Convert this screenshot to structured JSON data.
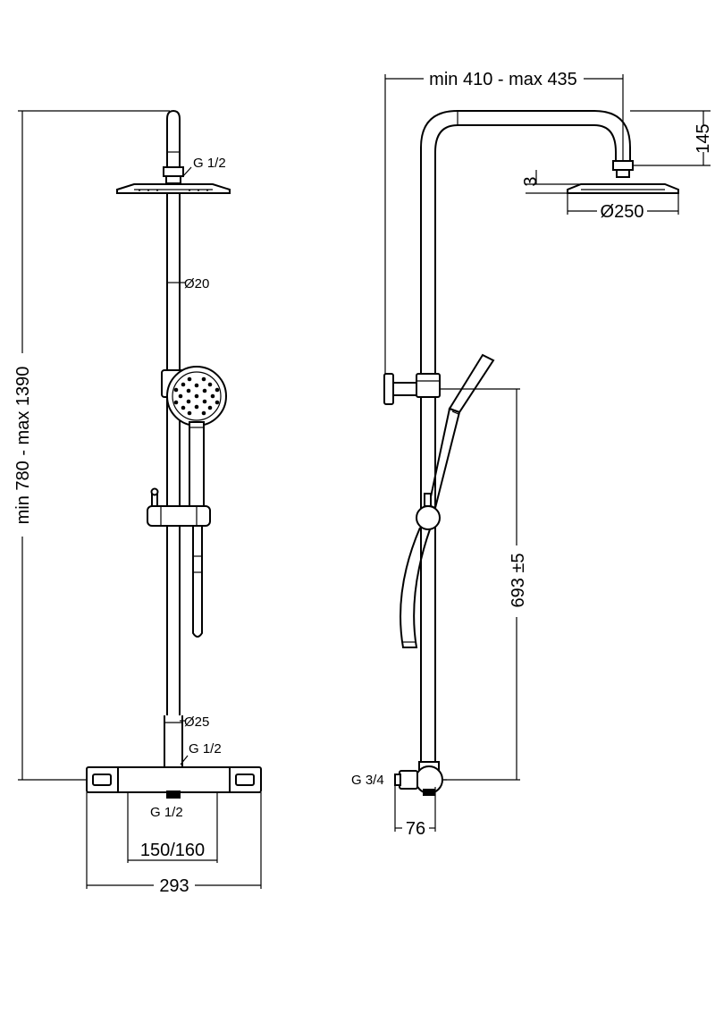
{
  "front_view": {
    "labels": {
      "head_connection": "G 1/2",
      "upper_pipe": "Ø20",
      "lower_pipe": "Ø25",
      "pipe_connection": "G 1/2",
      "outlet": "G 1/2"
    },
    "dimensions": {
      "height": "min 780 - max 1390",
      "centres": "150/160",
      "width": "293"
    }
  },
  "side_view": {
    "labels": {
      "inlet": "G 3/4"
    },
    "dimensions": {
      "arm_reach": "min 410 - max 435",
      "arm_drop": "145",
      "head_thickness": "3",
      "head_diameter": "Ø250",
      "holder_height": "693 ±5",
      "offset": "76"
    }
  }
}
